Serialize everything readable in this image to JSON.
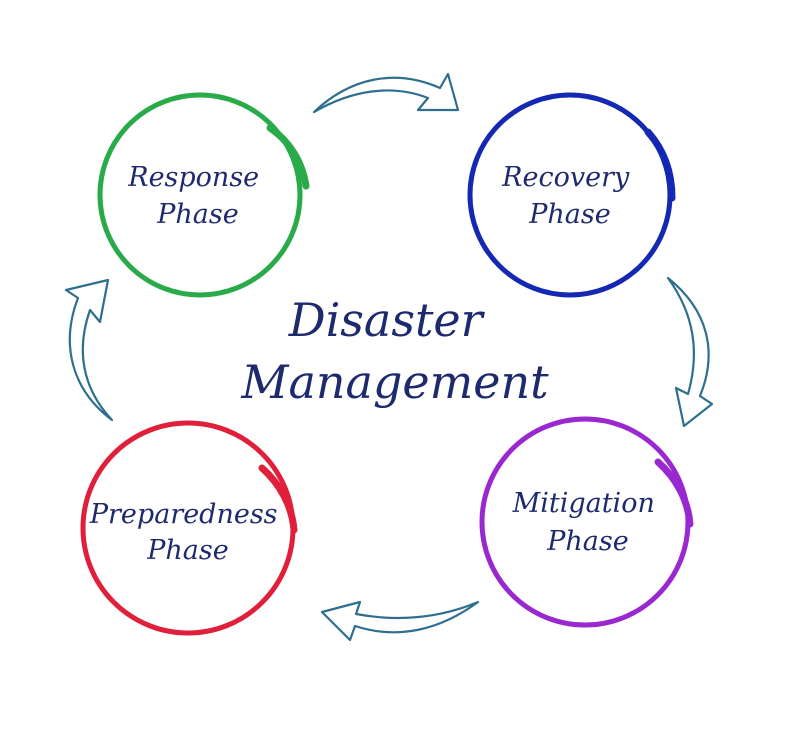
{
  "diagram": {
    "center": {
      "line1": "Disaster",
      "line2": "Management"
    },
    "phases": [
      {
        "line1": "Response",
        "line2": "Phase",
        "color": "#2aab4a"
      },
      {
        "line1": "Recovery",
        "line2": "Phase",
        "color": "#1428b4"
      },
      {
        "line1": "Mitigation",
        "line2": "Phase",
        "color": "#9a28d0"
      },
      {
        "line1": "Preparedness",
        "line2": "Phase",
        "color": "#e0203a"
      }
    ],
    "arrow_color": "#2f6f8e",
    "text_color": "#1e2a6e"
  }
}
